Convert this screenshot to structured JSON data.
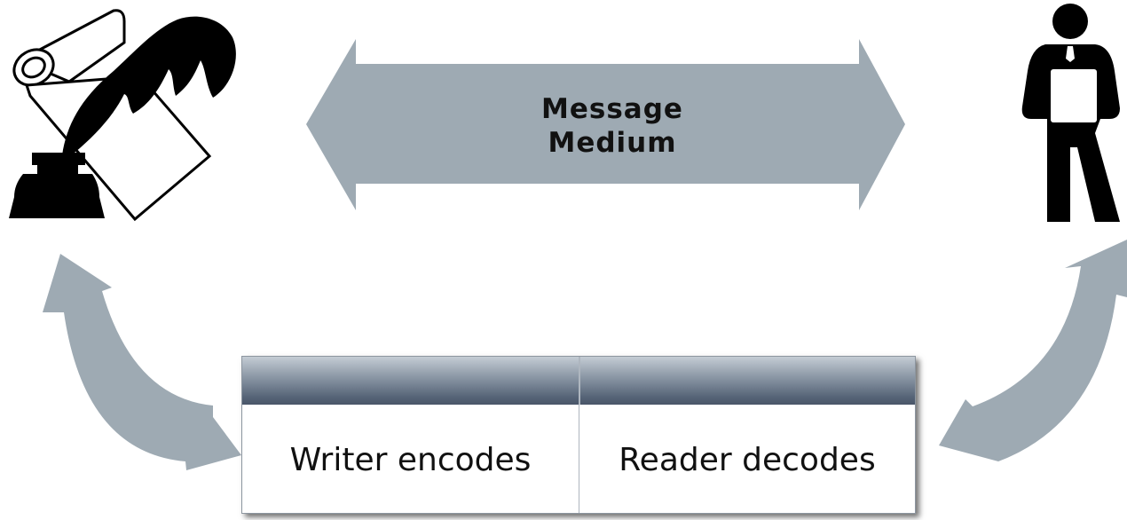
{
  "center_arrow": {
    "line1": "Message",
    "line2": "Medium"
  },
  "table": {
    "cells": [
      "Writer encodes",
      "Reader decodes"
    ]
  },
  "colors": {
    "arrow": "#9eaab3",
    "icon": "#000000",
    "header_dark": "#4a5669"
  },
  "icons": {
    "writer": "quill-inkwell-scroll-icon",
    "reader": "person-holding-paper-icon"
  }
}
